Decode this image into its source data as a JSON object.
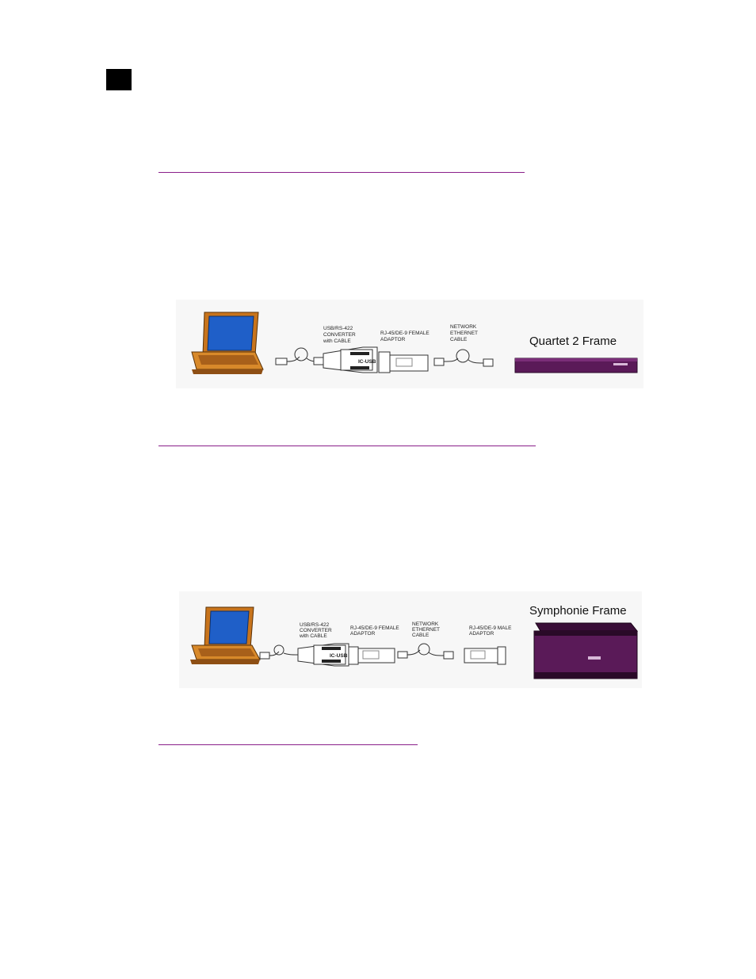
{
  "diagram1": {
    "labels": {
      "converter": [
        "USB/RS-422",
        "CONVERTER",
        "with CABLE"
      ],
      "female_adaptor": [
        "RJ-45/DE-9 FEMALE",
        "ADAPTOR"
      ],
      "network_cable": [
        "NETWORK",
        "ETHERNET",
        "CABLE"
      ],
      "device_mark": "IC-USB"
    },
    "frame_title": "Quartet 2 Frame"
  },
  "diagram2": {
    "labels": {
      "converter": [
        "USB/RS-422",
        "CONVERTER",
        "with CABLE"
      ],
      "female_adaptor": [
        "RJ-45/DE-9 FEMALE",
        "ADAPTOR"
      ],
      "network_cable": [
        "NETWORK",
        "ETHERNET",
        "CABLE"
      ],
      "male_adaptor": [
        "RJ-45/DE-9 MALE",
        "ADAPTOR"
      ],
      "device_mark": "IC-USB"
    },
    "frame_title": "Symphonie Frame"
  },
  "colors": {
    "rule": "#8a1f8a",
    "laptop_body": "#c8741c",
    "laptop_screen": "#1f5fc8",
    "frame_purple": "#5a1a58"
  }
}
